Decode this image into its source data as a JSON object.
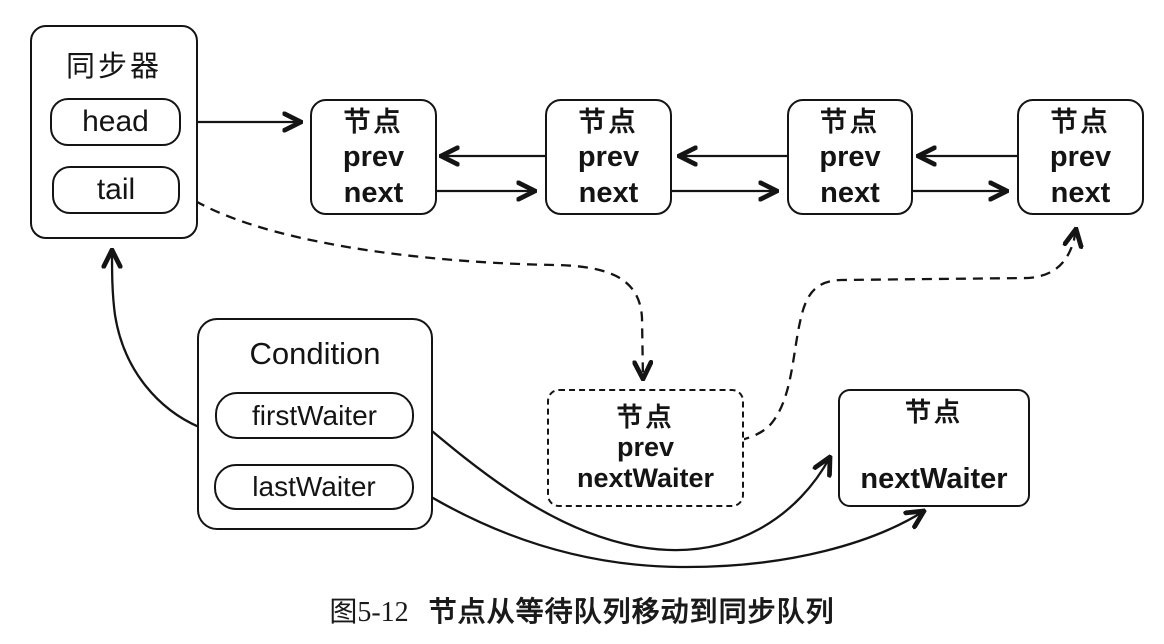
{
  "colors": {
    "ink": "#141414",
    "background": "#ffffff"
  },
  "synchronizer": {
    "title": "同步器",
    "head_label": "head",
    "tail_label": "tail"
  },
  "sync_queue_nodes": [
    {
      "title": "节点",
      "prev_label": "prev",
      "next_label": "next"
    },
    {
      "title": "节点",
      "prev_label": "prev",
      "next_label": "next"
    },
    {
      "title": "节点",
      "prev_label": "prev",
      "next_label": "next"
    },
    {
      "title": "节点",
      "prev_label": "prev",
      "next_label": "next"
    }
  ],
  "condition": {
    "title": "Condition",
    "first_waiter_label": "firstWaiter",
    "last_waiter_label": "lastWaiter"
  },
  "moving_node": {
    "title": "节点",
    "prev_label": "prev",
    "next_waiter_label": "nextWaiter"
  },
  "wait_queue_node": {
    "title": "节点",
    "next_waiter_label": "nextWaiter"
  },
  "caption": {
    "number": "图5-12",
    "text": "节点从等待队列移动到同步队列"
  }
}
